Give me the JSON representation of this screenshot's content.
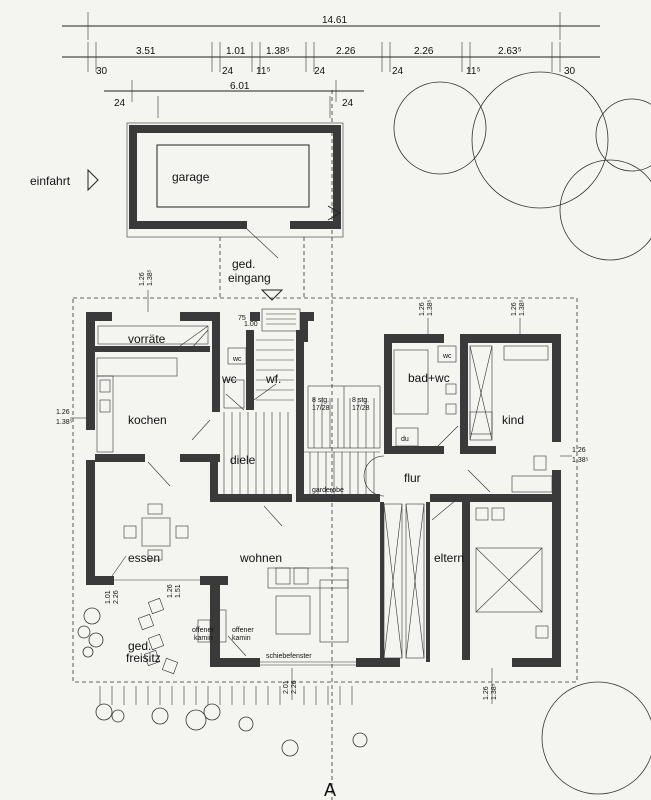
{
  "dimensions": {
    "total": "14.61",
    "segments": [
      "3.51",
      "1.01",
      "1.38⁵",
      "2.26",
      "2.26",
      "2.63⁵"
    ],
    "segment_details": [
      "30",
      "24",
      "11⁵",
      "24",
      "24",
      "11⁵",
      "30"
    ],
    "garage_width": "6.01",
    "garage_details": [
      "24",
      "24"
    ],
    "left_window": [
      "1.26",
      "1.38⁵"
    ],
    "right_window": [
      "1.26",
      "1.38⁵"
    ],
    "top_window_a": [
      "1.26",
      "1.38⁵"
    ],
    "top_window_b": [
      "1.26",
      "1.38⁵"
    ],
    "top_window_c": [
      "1.26",
      "1.38⁵"
    ],
    "entrance_door": [
      "75",
      "1.00"
    ],
    "bottom_left_window": [
      "1.01",
      "2.26"
    ],
    "bottom_left_window2": [
      "1.26",
      "1.51"
    ],
    "bottom_center_window": [
      "2.01",
      "2.26"
    ],
    "bottom_right_window": [
      "1.26",
      "1.38⁵"
    ]
  },
  "labels": {
    "einfahrt": "einfahrt",
    "garage": "garage",
    "eingang_line1": "ged.",
    "eingang_line2": "eingang",
    "vorraete": "vorräte",
    "wc_small_left": "wc",
    "wc": "wc",
    "wf": "wf.",
    "stairs_left": "8 stg.",
    "stairs_left_2": "17/28",
    "stairs_right": "8 stg.",
    "stairs_right_2": "17/28",
    "bad_wc": "bad+wc",
    "wc_small_right": "wc",
    "du": "du",
    "kind": "kind",
    "kochen": "kochen",
    "diele": "diele",
    "garderobe": "garderobe",
    "flur": "flur",
    "essen": "essen",
    "wohnen": "wohnen",
    "eltern": "eltern",
    "offener_kamin_left_1": "offener",
    "offener_kamin_left_2": "kamin",
    "offener_kamin_right_1": "offener",
    "offener_kamin_right_2": "kamin",
    "freisitz_1": "ged.",
    "freisitz_2": "freisitz",
    "schiebefenster": "schiebefenster",
    "section_mark": "A"
  }
}
